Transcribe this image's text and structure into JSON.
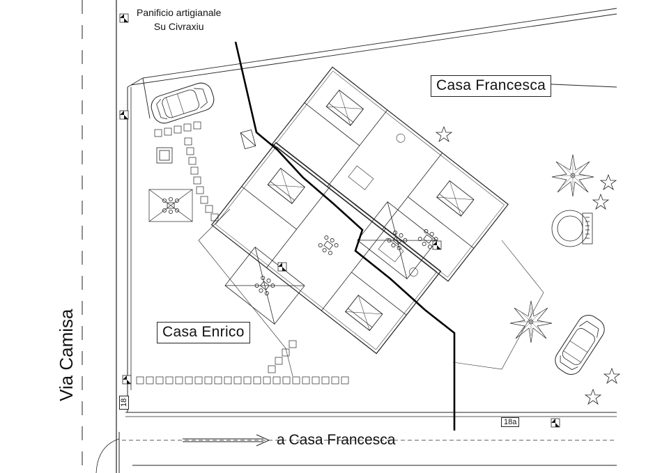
{
  "labels": {
    "bakery_line1": "Panificio artigianale",
    "bakery_line2": "Su Civraxiu",
    "house_francesca": "Casa Francesca",
    "house_enrico": "Casa Enrico",
    "street": "Via Camisa",
    "direction": "a Casa Francesca",
    "civic_18": "18",
    "civic_18a": "18a"
  },
  "icons": {
    "north_marker": "north-arrow-icon",
    "car": "car-icon",
    "tree": "tree-icon",
    "table": "dining-table-icon",
    "bed": "bed-icon"
  },
  "colors": {
    "line": "#222222",
    "boundary": "#000000",
    "background": "#ffffff"
  }
}
